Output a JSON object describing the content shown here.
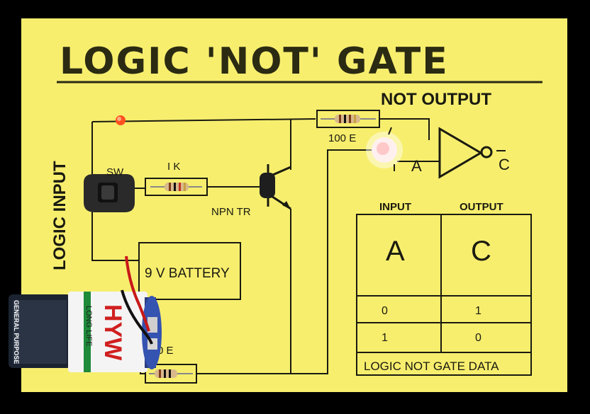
{
  "board": {
    "title": "LOGIC 'NOT' GATE",
    "output_heading": "NOT OUTPUT",
    "input_heading": "LOGIC INPUT",
    "switch_label": "SW",
    "resistor_1k_label": "I K",
    "resistor_100_label": "100 E",
    "transistor_label": "NPN TR",
    "battery_box_label": "9 V BATTERY",
    "bottom_resistor_label": "0 E",
    "gate_input_label": "A",
    "gate_output_label": "C"
  },
  "truth_table": {
    "headers": [
      "INPUT",
      "OUTPUT"
    ],
    "symbols": [
      "A",
      "C"
    ],
    "rows": [
      [
        "0",
        "1"
      ],
      [
        "1",
        "0"
      ]
    ],
    "caption": "LOGIC NOT GATE DATA"
  },
  "battery": {
    "brand": "HYW",
    "tagline": "LONG LIFE",
    "side_text": "GENERAL PURPOSE"
  },
  "colors": {
    "board": "#f7ee6e",
    "ink": "#1a1a10",
    "led_off": "#ff5020",
    "led_on": "#fff0f0"
  }
}
